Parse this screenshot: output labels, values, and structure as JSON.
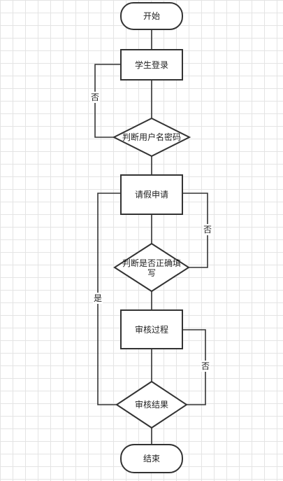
{
  "nodes": {
    "start": "开始",
    "login": "学生登录",
    "check_credentials": "判断用户名密码",
    "leave_request": "请假申请",
    "check_filled_line1": "判断是否正确填",
    "check_filled_line2": "写",
    "review_process": "审核过程",
    "review_result": "审核结果",
    "end": "结束"
  },
  "edges": {
    "credentials_no": "否",
    "filled_no": "否",
    "result_yes": "是",
    "result_no": "否"
  }
}
